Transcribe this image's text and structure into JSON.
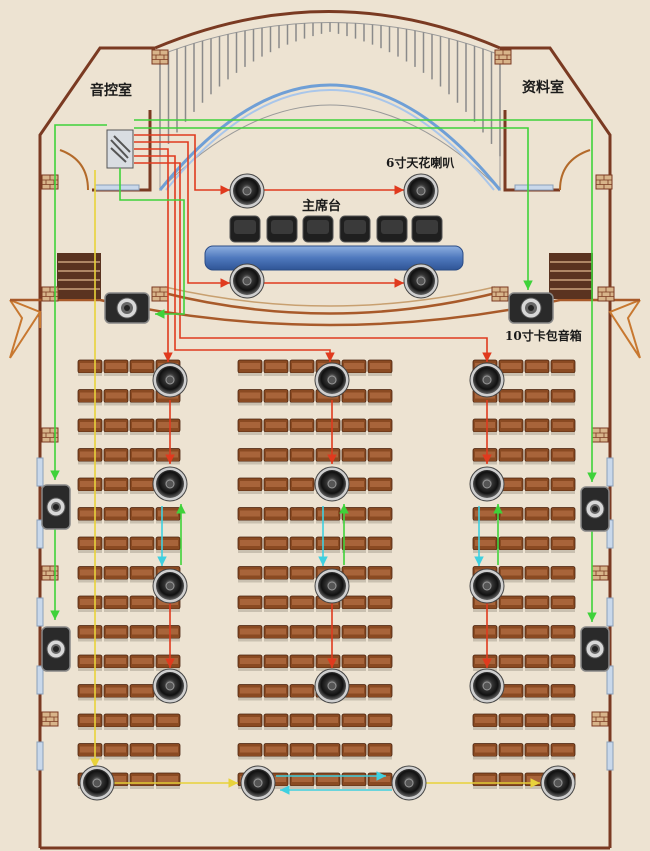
{
  "labels": {
    "control_room": "音控室",
    "archive_room": "资料室",
    "ceiling_speaker": "6寸天花喇叭",
    "rostrum": "主席台",
    "box_speaker": "10寸卡包音箱"
  },
  "colors": {
    "background": "#ede3d2",
    "wall": "#7a3a22",
    "window": "#c9d8ea",
    "red_cable": "#e03a1e",
    "green_cable": "#3fd23a",
    "yellow_cable": "#e8d23a",
    "cyan_cable": "#3fd0e0",
    "table_blue": "#5b84c6",
    "seat_brown": "#8a4a22",
    "black_chair": "#1f1f1f"
  },
  "icons": {
    "ceiling_speaker": "ceiling-speaker-icon",
    "box_speaker": "box-speaker-icon",
    "amplifier": "amplifier-rack-icon",
    "vent": "brick-vent-icon",
    "audience_seat": "audience-seat-icon",
    "rostrum_chair": "rostrum-chair-icon"
  }
}
